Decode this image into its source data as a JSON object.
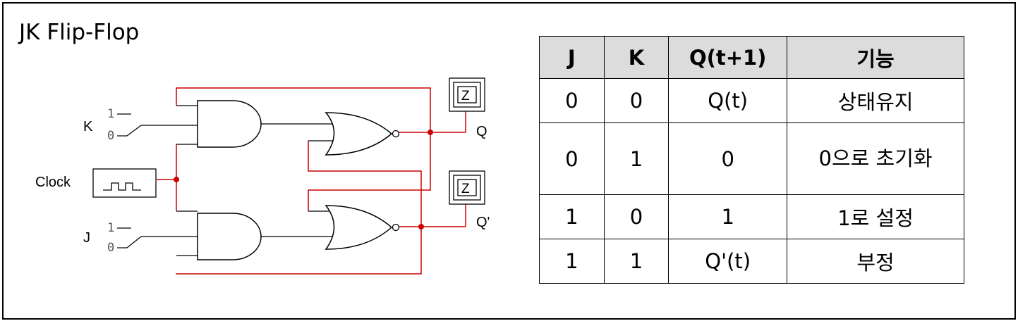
{
  "title": "JK Flip-Flop",
  "circuit": {
    "input_k_label": "K",
    "input_j_label": "J",
    "clock_label": "Clock",
    "switch_high": "1",
    "switch_low": "0",
    "output_q_label": "Q",
    "output_qbar_label": "Q'",
    "probe_label": "Z",
    "wire_color": "#cc0000"
  },
  "truth_table": {
    "headers": [
      "J",
      "K",
      "Q(t+1)",
      "기능"
    ],
    "rows": [
      [
        "0",
        "0",
        "Q(t)",
        "상태유지"
      ],
      [
        "0",
        "1",
        "0",
        "0으로 초기화"
      ],
      [
        "1",
        "0",
        "1",
        "1로 설정"
      ],
      [
        "1",
        "1",
        "Q'(t)",
        "부정"
      ]
    ]
  }
}
